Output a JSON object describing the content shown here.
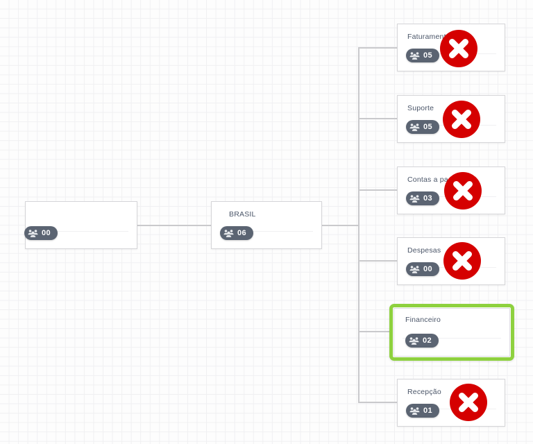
{
  "canvas": {
    "background_color": "#fdfdfd",
    "grid_line_color": "#f0f0f2",
    "connector_color": "#c9c9cc"
  },
  "theme": {
    "selected_outline_color": "#8ed13f",
    "delete_icon_color": "#d50000",
    "badge_background": "#5b6472",
    "badge_text_color": "#ffffff",
    "node_title_color": "#4a5568",
    "node_border_color": "#d5d5d8"
  },
  "icons": {
    "people": "people-group-icon",
    "delete": "delete-circle-x-icon"
  },
  "nodes": [
    {
      "id": "root",
      "title": "",
      "count": "00",
      "selected": false,
      "deletable": false
    },
    {
      "id": "brasil",
      "title": "BRASIL",
      "count": "06",
      "selected": false,
      "deletable": false
    },
    {
      "id": "faturamento",
      "title": "Faturamento",
      "count": "05",
      "selected": false,
      "deletable": true
    },
    {
      "id": "suporte",
      "title": "Suporte",
      "count": "05",
      "selected": false,
      "deletable": true
    },
    {
      "id": "contas-a-pagar",
      "title": "Contas a pagar",
      "count": "03",
      "selected": false,
      "deletable": true
    },
    {
      "id": "despesas",
      "title": "Despesas",
      "count": "00",
      "selected": false,
      "deletable": true
    },
    {
      "id": "financeiro",
      "title": "Financeiro",
      "count": "02",
      "selected": true,
      "deletable": false
    },
    {
      "id": "recepcao",
      "title": "Recepção",
      "count": "01",
      "selected": false,
      "deletable": true
    }
  ]
}
